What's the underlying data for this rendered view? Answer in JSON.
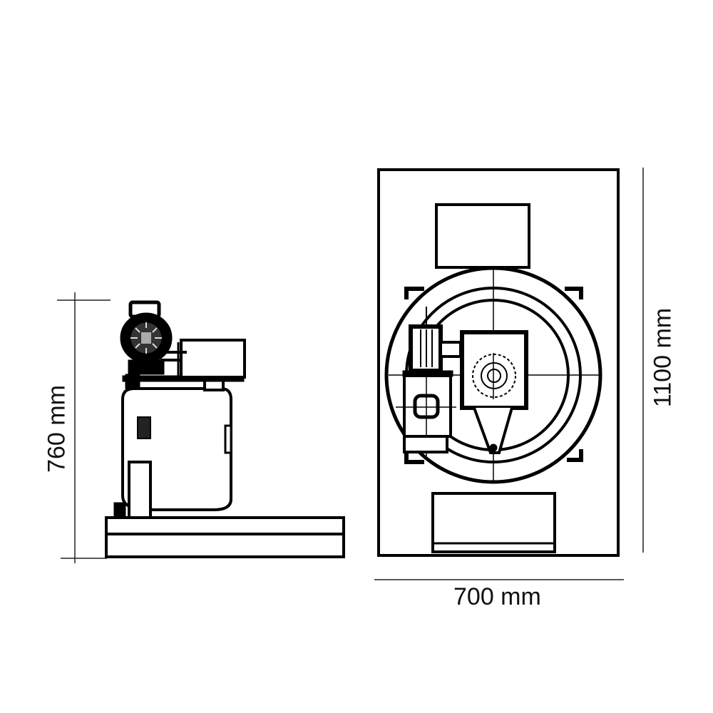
{
  "drawing": {
    "views": [
      {
        "name": "side-view",
        "description": "pump unit side elevation on base frame"
      },
      {
        "name": "top-view",
        "description": "pump unit plan view within frame"
      }
    ],
    "dimensions": {
      "side_height": "760 mm",
      "top_height": "1100 mm",
      "top_width": "700 mm"
    },
    "colors": {
      "line": "#000000",
      "dim_line": "#222222",
      "background": "#ffffff"
    }
  }
}
